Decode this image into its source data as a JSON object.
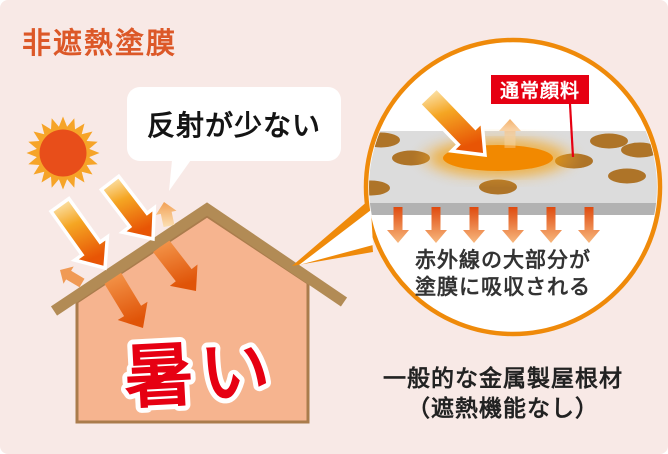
{
  "title": "非遮熱塗膜",
  "speech_bubble": {
    "text": "反射が少ない"
  },
  "house": {
    "label": "暑い"
  },
  "callout": {
    "pigment_label": "通常顔料",
    "caption_line1": "赤外線の大部分が",
    "caption_line2": "塗膜に吸収される"
  },
  "footer": {
    "line1": "一般的な金属製屋根材",
    "line2": "（遮熱機能なし）"
  },
  "icons": {
    "sun": "sun-icon",
    "sunbeam_arrows": "sunbeam-arrow-icon",
    "reflection_arrows": "reflection-arrow-icon",
    "heat_arrows": "heat-arrow-icon",
    "transmitted_heat_arrows": "down-arrow-icon",
    "pigment_dots": "pigment-dot-icon"
  },
  "colors": {
    "background": "#f8e9e6",
    "title": "#dc5828",
    "accent_orange": "#ef8a0a",
    "alert_red": "#e60012",
    "house_fill": "#f6b48f",
    "roof_brown": "#b28b55",
    "coating_gray": "#dcdcdc",
    "metal_gray": "#b2b2b2",
    "pigment_brown": "#ae7428",
    "sun_core": "#e84e1a",
    "sun_rays": "#f6a428"
  }
}
